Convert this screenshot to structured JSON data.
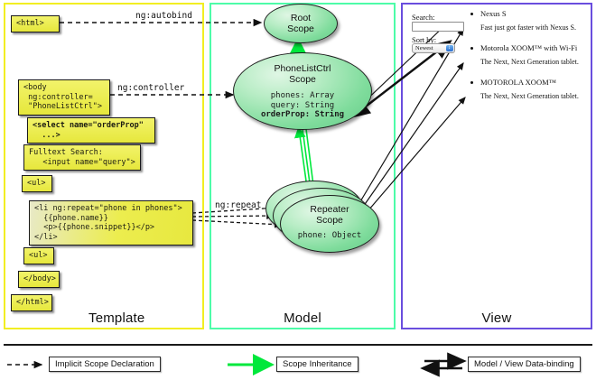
{
  "panels": {
    "template": {
      "title": "Template",
      "border_color": "#f2ee22"
    },
    "model": {
      "title": "Model",
      "border_color": "#4dfca8"
    },
    "view": {
      "title": "View",
      "border_color": "#6a4ede"
    }
  },
  "template_code": {
    "html_open": "<html>",
    "body_open": "<body\n ng:controller=\n \"PhoneListCtrl\">",
    "select_tag": "<select name=\"orderProp\"\n  ...>",
    "fulltext": "Fulltext Search:\n   <input name=\"query\">",
    "ul_open": "<ul>",
    "li_repeat": "<li ng:repeat=\"phone in phones\">\n  {{phone.name}}\n  <p>{{phone.snippet}}</p>\n</li>",
    "ul_close": "<ul>",
    "body_close": "</body>",
    "html_close": "</html>"
  },
  "connectors": {
    "autobind": "ng:autobind",
    "controller": "ng:controller",
    "repeat": "ng:repeat"
  },
  "scopes": {
    "root": {
      "title_line1": "Root",
      "title_line2": "Scope",
      "props": []
    },
    "phonelist": {
      "title_line1": "PhoneListCtrl",
      "title_line2": "Scope",
      "props": [
        {
          "text": "phones: Array",
          "bold": false
        },
        {
          "text": "query: String",
          "bold": false
        },
        {
          "text": "orderProp: String",
          "bold": true
        }
      ]
    },
    "repeater": {
      "title_line1": "Repeater",
      "title_line2": "Scope",
      "props": [
        {
          "text": "phone: Object",
          "bold": false
        }
      ]
    }
  },
  "view": {
    "search_label": "Search:",
    "search_value": "",
    "sort_label": "Sort by:",
    "sort_selected": "Newest",
    "phones": [
      {
        "name": "Nexus S",
        "snippet": "Fast just got faster with Nexus S."
      },
      {
        "name": "Motorola XOOM™  with Wi-Fi",
        "snippet": "The Next, Next Generation tablet."
      },
      {
        "name": "MOTOROLA XOOM™",
        "snippet": "The Next, Next Generation tablet."
      }
    ]
  },
  "legend": {
    "implicit": "Implicit Scope Declaration",
    "inheritance": "Scope Inheritance",
    "databinding": "Model / View Data-binding",
    "inheritance_color": "#00e83c"
  }
}
